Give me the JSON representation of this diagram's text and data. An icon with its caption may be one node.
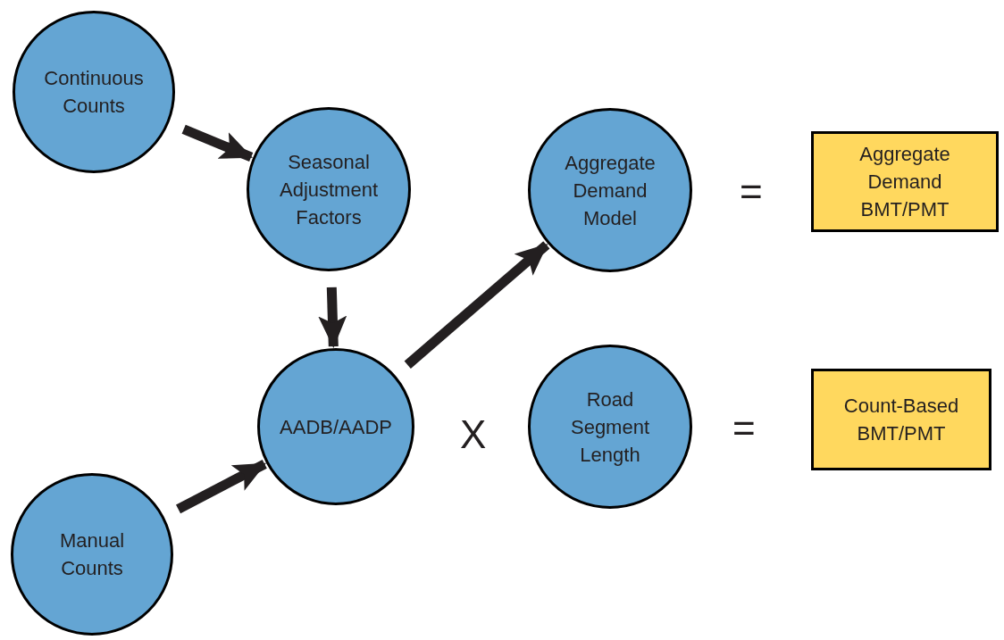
{
  "diagram": {
    "nodes": [
      {
        "text": [
          "Continuous Counts"
        ]
      },
      {
        "text": [
          "Seasonal Adjustment Factors"
        ]
      },
      {
        "text": [
          "Aggregate Demand Model"
        ]
      },
      {
        "text": [
          "Aggregate Demand BMT/PMT"
        ]
      },
      {
        "text": [
          "AADB/AADP"
        ]
      },
      {
        "text": [
          "Road Segment Length"
        ]
      },
      {
        "text": [
          "Count-Based BMT/PMT"
        ]
      },
      {
        "text": [
          "Manual Counts"
        ]
      }
    ],
    "edges": [
      {
        "from": 0,
        "to": 1,
        "arrow": "to"
      },
      {
        "from": 1,
        "to": 4,
        "arrow": "to"
      },
      {
        "from": 4,
        "to": 2,
        "arrow": "to"
      },
      {
        "from": 7,
        "to": 4,
        "arrow": "to"
      }
    ],
    "labels": [
      "=",
      "X",
      "="
    ]
  }
}
